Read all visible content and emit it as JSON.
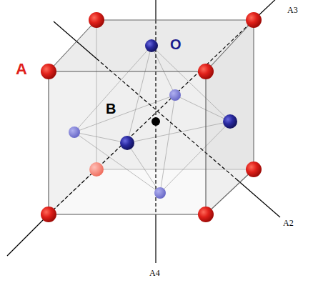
{
  "diagram": {
    "labels": [
      "A",
      "O",
      "B",
      "A3",
      "A2",
      "A4"
    ]
  }
}
